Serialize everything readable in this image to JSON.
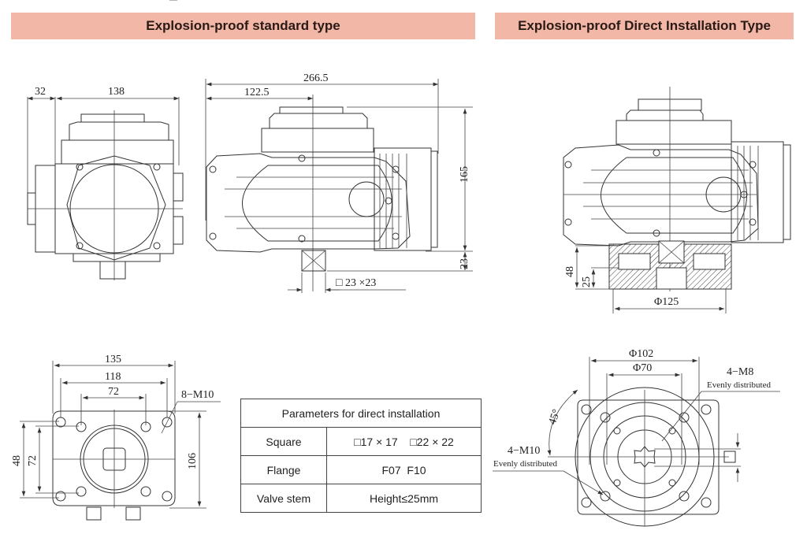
{
  "banners": {
    "standard": "Explosion-proof standard type",
    "direct": "Explosion-proof Direct Installation Type"
  },
  "front_view": {
    "dim_left": "32",
    "dim_width": "138"
  },
  "side_view": {
    "dim_total": "266.5",
    "dim_center": "122.5",
    "dim_height": "165",
    "dim_stem": "23",
    "dim_square": "□ 23 ×23"
  },
  "bottom_view": {
    "dim_135": "135",
    "dim_118": "118",
    "dim_72_top": "72",
    "dim_48": "48",
    "dim_72_side": "72",
    "dim_106": "106",
    "bolt_label": "8−M10"
  },
  "direct_side_view": {
    "dim_48": "48",
    "dim_25": "25",
    "dim_phi125": "Φ125"
  },
  "flange_view": {
    "dim_phi102": "Φ102",
    "dim_phi70": "Φ70",
    "angle": "45°",
    "m8_label": "4−M8",
    "m8_note": "Evenly distributed",
    "m10_label": "4−M10",
    "m10_note": "Evenly distributed"
  },
  "params_table": {
    "title": "Parameters for direct installation",
    "rows": [
      {
        "key": "Square",
        "value": "□17 × 17    □22 × 22"
      },
      {
        "key": "Flange",
        "value": "F07  F10"
      },
      {
        "key": "Valve stem",
        "value": "Height≤25mm"
      }
    ]
  }
}
